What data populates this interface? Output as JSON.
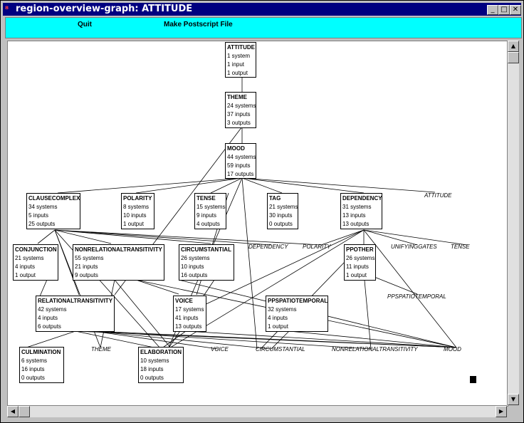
{
  "window": {
    "title": "region-overview-graph: ATTITUDE"
  },
  "menu": {
    "quit": "Quit",
    "postscript": "Make Postscript File"
  },
  "nodes": {
    "attitude": {
      "name": "ATTITUDE",
      "l1": "1 system",
      "l2": "1 input",
      "l3": "1 output"
    },
    "theme": {
      "name": "THEME",
      "l1": "24 systems",
      "l2": "37 inputs",
      "l3": "3 outputs"
    },
    "mood": {
      "name": "MOOD",
      "l1": "44 systems",
      "l2": "59 inputs",
      "l3": "17 outputs"
    },
    "clausecomplex": {
      "name": "CLAUSECOMPLEX",
      "l1": "34 systems",
      "l2": "5 inputs",
      "l3": "25 outputs"
    },
    "polarity": {
      "name": "POLARITY",
      "l1": "8 systems",
      "l2": "10 inputs",
      "l3": "1 output"
    },
    "tense": {
      "name": "TENSE",
      "l1": "15 systems",
      "l2": "9 inputs",
      "l3": "4 outputs"
    },
    "tag": {
      "name": "TAG",
      "l1": "21 systems",
      "l2": "30 inputs",
      "l3": "0 outputs"
    },
    "dependency": {
      "name": "DEPENDENCY",
      "l1": "31 systems",
      "l2": "13 inputs",
      "l3": "13 outputs"
    },
    "conjunction": {
      "name": "CONJUNCTION",
      "l1": "21 systems",
      "l2": "4 inputs",
      "l3": "1 output"
    },
    "nonrelational": {
      "name": "NONRELATIONALTRANSITIVITY",
      "l1": "55 systems",
      "l2": "21 inputs",
      "l3": "9 outputs"
    },
    "circumstantial": {
      "name": "CIRCUMSTANTIAL",
      "l1": "26 systems",
      "l2": "10 inputs",
      "l3": "16 outputs"
    },
    "ppother": {
      "name": "PPOTHER",
      "l1": "26 systems",
      "l2": "11 inputs",
      "l3": "1 output"
    },
    "relational": {
      "name": "RELATIONALTRANSITIVITY",
      "l1": "42 systems",
      "l2": "4 inputs",
      "l3": "6 outputs"
    },
    "voice": {
      "name": "VOICE",
      "l1": "17 systems",
      "l2": "41 inputs",
      "l3": "13 outputs"
    },
    "ppspatiotemporal": {
      "name": "PPSPATIOTEMPORAL",
      "l1": "32 systems",
      "l2": "4 inputs",
      "l3": "1 output"
    },
    "culmination": {
      "name": "CULMINATION",
      "l1": "6 systems",
      "l2": "16 inputs",
      "l3": "0 outputs"
    },
    "elaboration": {
      "name": "ELABORATION",
      "l1": "10 systems",
      "l2": "18 inputs",
      "l3": "0 outputs"
    }
  },
  "labels": {
    "attitude": "ATTITUDE",
    "dependency": "DEPENDENCY",
    "polarity": "POLARITY",
    "unifyinggates": "UNIFYINGGATES",
    "tense": "TENSE",
    "ppspatiotemporal": "PPSPATIOTEMPORAL",
    "theme": "THEME",
    "voice": "VOICE",
    "circumstantial": "CIRCUMSTANTIAL",
    "nonrelational": "NONRELATIONALTRANSITIVITY",
    "mood": "MOOD"
  }
}
